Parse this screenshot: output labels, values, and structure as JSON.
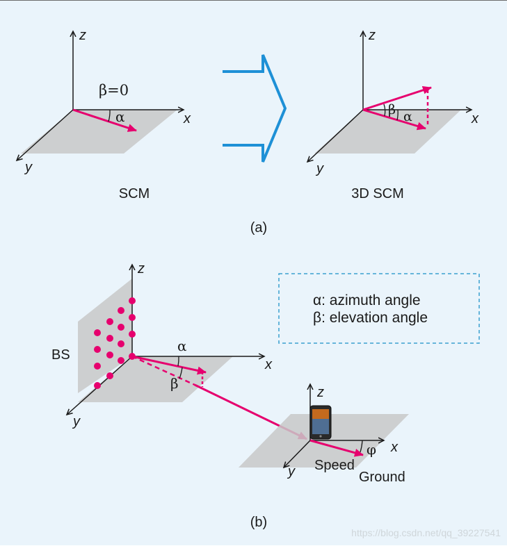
{
  "colors": {
    "background": "#eaf4fb",
    "vector": "#e6006e",
    "big_arrow": "#1e90d6",
    "plane": "#c8c8c8",
    "axis": "#1a1a1a",
    "legend_border": "#3aa0d0"
  },
  "panel_a": {
    "left": {
      "axis_z": "z",
      "axis_x": "x",
      "axis_y": "y",
      "beta_label": "β=0",
      "alpha_label": "α",
      "caption": "SCM"
    },
    "right": {
      "axis_z": "z",
      "axis_x": "x",
      "axis_y": "y",
      "beta_label": "β",
      "alpha_label": "α",
      "caption": "3D SCM"
    },
    "caption": "(a)"
  },
  "panel_b": {
    "bs": {
      "label": "BS",
      "axis_z": "z",
      "axis_x": "x",
      "axis_y": "y",
      "alpha_label": "α",
      "beta_label": "β"
    },
    "ue": {
      "axis_z": "z",
      "axis_x": "x",
      "axis_y": "y",
      "phi_label": "φ",
      "speed_label": "Speed",
      "ground_label": "Ground"
    },
    "legend": {
      "line1": "α: azimuth angle",
      "line2": "β: elevation angle"
    },
    "caption": "(b)"
  },
  "watermark": "https://blog.csdn.net/qq_39227541"
}
